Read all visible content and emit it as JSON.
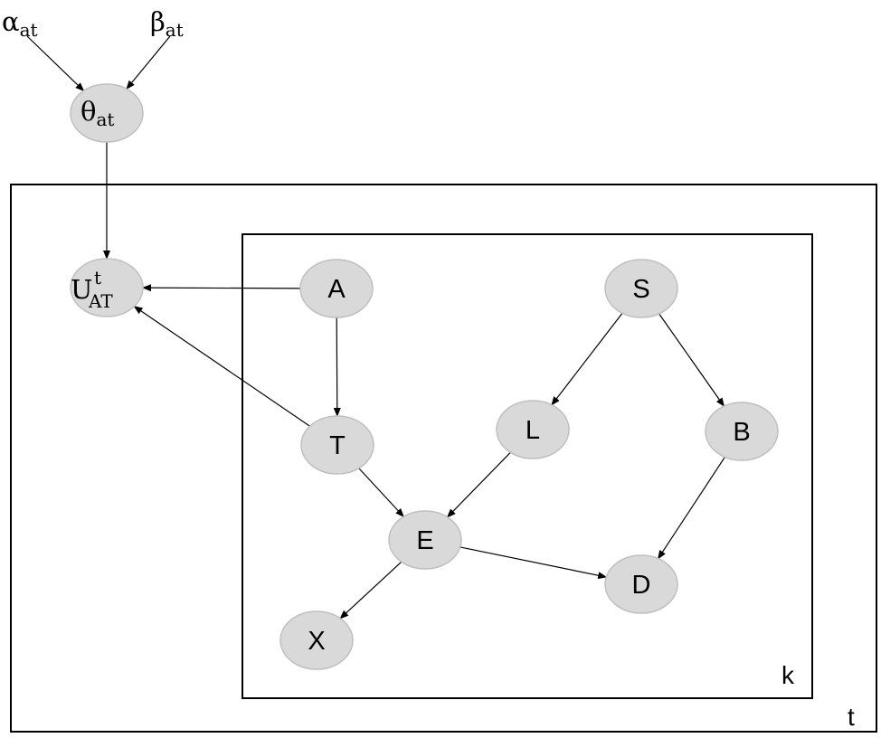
{
  "hyperparameters": {
    "alpha": {
      "symbol": "α",
      "subscript": "at"
    },
    "beta": {
      "symbol": "β",
      "subscript": "at"
    }
  },
  "theta": {
    "symbol": "θ",
    "subscript": "at"
  },
  "utility": {
    "symbol": "U",
    "superscript": "t",
    "subscript": "AT"
  },
  "nodes": {
    "A": "A",
    "T": "T",
    "S": "S",
    "L": "L",
    "B": "B",
    "E": "E",
    "D": "D",
    "X": "X"
  },
  "plates": {
    "outer_label": "t",
    "inner_label": "k"
  },
  "edges": [
    [
      "alpha",
      "theta"
    ],
    [
      "beta",
      "theta"
    ],
    [
      "theta",
      "U"
    ],
    [
      "A",
      "U"
    ],
    [
      "T",
      "U"
    ],
    [
      "A",
      "T"
    ],
    [
      "S",
      "L"
    ],
    [
      "S",
      "B"
    ],
    [
      "T",
      "E"
    ],
    [
      "L",
      "E"
    ],
    [
      "B",
      "D"
    ],
    [
      "E",
      "D"
    ],
    [
      "E",
      "X"
    ]
  ],
  "colors": {
    "node_fill": "#d9d9d9",
    "node_stroke": "#bfbfbf",
    "line": "#000000",
    "background": "#ffffff"
  }
}
